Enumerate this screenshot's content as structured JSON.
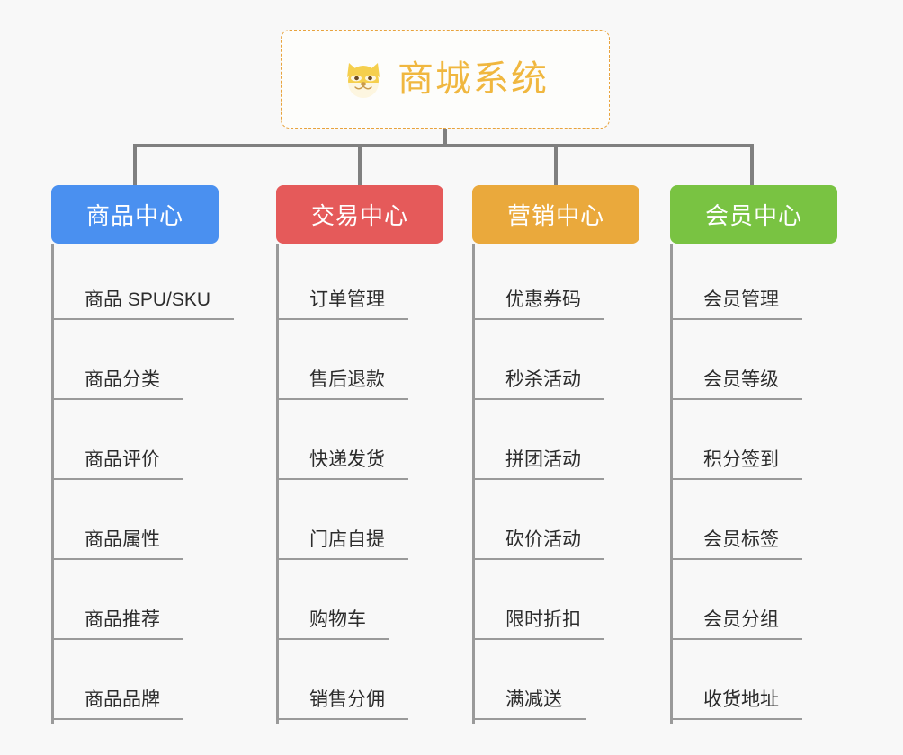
{
  "root": {
    "title": "商城系统",
    "icon": "shiba-dog-face-icon",
    "border_color": "#e8a33d",
    "text_color": "#f0b73f"
  },
  "connector_color": "#808080",
  "background_color": "#f8f8f8",
  "columns": [
    {
      "id": "product-center",
      "label": "商品中心",
      "color": "#4a90f0",
      "items": [
        "商品 SPU/SKU",
        "商品分类",
        "商品评价",
        "商品属性",
        "商品推荐",
        "商品品牌"
      ]
    },
    {
      "id": "trade-center",
      "label": "交易中心",
      "color": "#e55a5a",
      "items": [
        "订单管理",
        "售后退款",
        "快递发货",
        "门店自提",
        "购物车",
        "销售分佣"
      ]
    },
    {
      "id": "marketing-center",
      "label": "营销中心",
      "color": "#eaa93c",
      "items": [
        "优惠券码",
        "秒杀活动",
        "拼团活动",
        "砍价活动",
        "限时折扣",
        "满减送"
      ]
    },
    {
      "id": "member-center",
      "label": "会员中心",
      "color": "#79c342",
      "items": [
        "会员管理",
        "会员等级",
        "积分签到",
        "会员标签",
        "会员分组",
        "收货地址"
      ]
    }
  ]
}
